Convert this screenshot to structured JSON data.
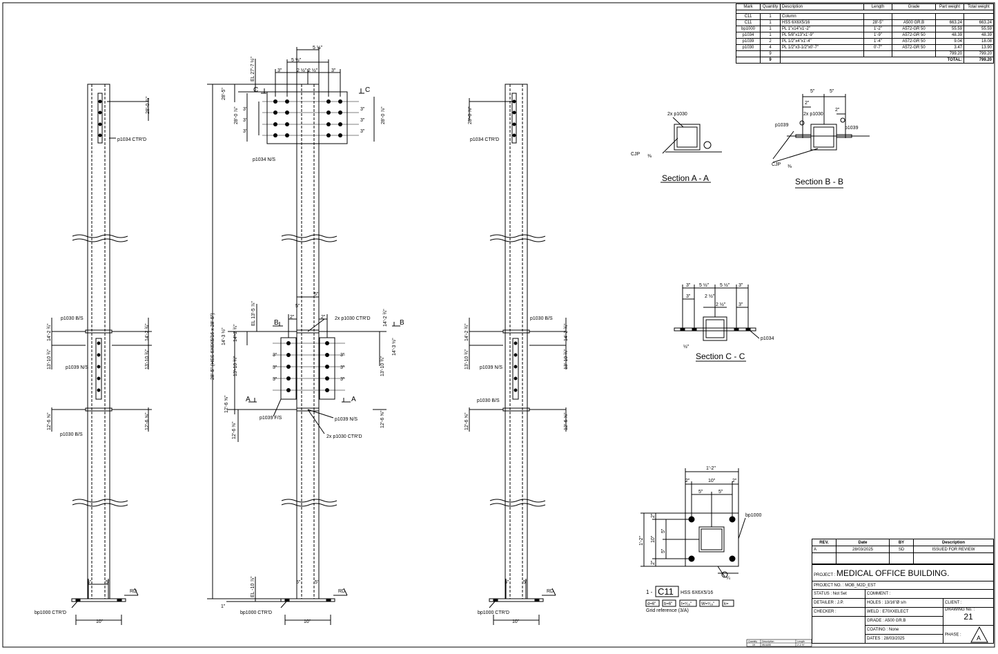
{
  "bom": {
    "headers": [
      "Mark",
      "Quantity",
      "Description",
      "Length",
      "Grade",
      "Part weight",
      "Total weight"
    ],
    "rows": [
      [
        "C11",
        "1",
        "Column",
        "",
        "",
        "",
        ""
      ],
      [
        "C11",
        "1",
        "HSS 6X6X5/16",
        "28'-5\"",
        "A500 GR.B",
        "663.24",
        "663.24"
      ],
      [
        "bp1000",
        "1",
        "PL 1\"x14\"x1'-2\"",
        "1'-2\"",
        "A572-GR 50",
        "55.59",
        "55.59"
      ],
      [
        "p1034",
        "1",
        "PL 5/8\"x13\"x1'-9\"",
        "1'-9\"",
        "A572-GR 50",
        "48.39",
        "48.39"
      ],
      [
        "p1039",
        "2",
        "PL 1/2\"x4\"x1'-4\"",
        "1'-4\"",
        "A572-GR 50",
        "9.04",
        "18.08"
      ],
      [
        "p1030",
        "4",
        "PL 1/2\"x3-1/2\"x0'-7\"",
        "0'-7\"",
        "A572-GR 50",
        "3.47",
        "13.90"
      ],
      [
        "",
        "9",
        "",
        "",
        "",
        "799.20",
        "799.20"
      ]
    ],
    "total_qty": "9",
    "total_label": "TOTAL:",
    "total_value": "799.20"
  },
  "elev1": {
    "top_dim": "28'-0 ⅞\"",
    "p1034": "p1034 CTR'D",
    "p1030_bs_top": "p1030 B/S",
    "dim_14a": "14'-2 ¾\"",
    "dim_14b": "14'-2 ¾\"",
    "dim_13a": "13'-10 ¾\"",
    "dim_13b": "13'-10 ¾\"",
    "p1039": "p1039 N/S",
    "dim_12a": "12'-6 ⅝\"",
    "dim_12b": "12'-6 ⅝\"",
    "p1030_bs_bot": "p1030 B/S",
    "base": "bp1000 CTR'D",
    "w5a": "5\"",
    "w5b": "5\"",
    "rd": "RD",
    "bw": "10\""
  },
  "elev2": {
    "top_w": "5 ½\"",
    "s5": "5 ½\"",
    "s3a": "3\"",
    "s2a": "2 ½\"",
    "s2b": "2 ½\"",
    "s3b": "3\"",
    "el_top": "EL 27'-7 ½\"",
    "dim_285": "28'-5\"",
    "dim_280a": "28'-0 ⅞\"",
    "dim_280b": "28'-0 ⅞\"",
    "c_left": "C",
    "c_right": "C",
    "v3": "3\"",
    "p1034": "p1034 N/S",
    "overall": "28'-5\" (HSS 6X6X5/16 x 28'-5\")",
    "w5": "5\"",
    "w2a": "2\"",
    "w2b": "2\"",
    "p1030_ctr_top": "2x p1030 CTR'D",
    "el_13": "EL 13'-5 ⅞\"",
    "dim_14a": "14'-2 ¾\"",
    "dim_14b": "14'-2 ¾\"",
    "dim_14c": "14'-3 ½\"",
    "dim_13a": "13'-10 ¾\"",
    "dim_13b": "13'-10 ¾\"",
    "b_left": "B",
    "b_right": "B",
    "a_left": "A",
    "a_right": "A",
    "dim_12a": "12'-6 ⅝\"",
    "dim_12b": "12'-6 ⅜\"",
    "p1039_fs": "p1039 F/S",
    "p1039_ns": "p1039 N/S",
    "p1030_ctr_bot": "2x p1030 CTR'D",
    "el_bot": "EL -10 ⅞\"",
    "one": "1\"",
    "base": "bp1000 CTR'D",
    "rd": "RD",
    "bw": "10\""
  },
  "elev3": {
    "top_dim": "28'-0 ⅞\"",
    "p1034": "p1034 CTR'D",
    "p1030_bs_top": "p1030 B/S",
    "dim_14a": "14'-2 ¾\"",
    "dim_14b": "14'-2 ¾\"",
    "dim_13a": "13'-10 ¾\"",
    "dim_13b": "13'-10 ¾\"",
    "p1039": "p1039 N/S",
    "p1030_bs_bot": "p1030 B/S",
    "dim_12a": "12'-6 ⅝\"",
    "dim_12b": "12'-6 ⅝\"",
    "base": "bp1000 CTR'D",
    "rd": "RD",
    "bw": "10\""
  },
  "secA": {
    "title": "Section A - A",
    "callout": "2x p1030",
    "cjp": "CJP",
    "weld": "⅜"
  },
  "secB": {
    "title": "Section B - B",
    "d5a": "5\"",
    "d5b": "5\"",
    "d2a": "2\"",
    "d2b": "2\"",
    "callout": "2x p1030",
    "p1039a": "p1039",
    "p1039b": "p1039",
    "cjp": "CJP",
    "weld": "⅜"
  },
  "secC": {
    "title": "Section C - C",
    "d3a": "3\"",
    "d5a": "5 ½\"",
    "d5b": "5 ½\"",
    "d3b": "3\"",
    "d3c": "3\"",
    "d2a": "2 ½\"",
    "d2b": "2 ½\"",
    "d3d": "3\"",
    "half": "½\"",
    "callout": "p1034"
  },
  "base": {
    "d12": "1'-2\"",
    "d2a": "2\"",
    "d10": "10\"",
    "d2b": "2\"",
    "d5a": "5\"",
    "d5b": "5\"",
    "v12": "1'-2\"",
    "v2a": "2\"",
    "v5a": "5\"",
    "v10": "10\"",
    "v5b": "5\"",
    "v2b": "2\"",
    "callout": "bp1000",
    "weld": "¼"
  },
  "mark": {
    "prefix": "1 -",
    "mark": "C11",
    "desc": "HSS 6X6X5/16",
    "b1": "d=6\"",
    "b2": "b=6\"",
    "b3": "t=⁵⁄₁₆\"",
    "b4": "W=⁵⁄₁₆\"",
    "b5": "k=",
    "grid": "Grid reference (3/A)"
  },
  "tiny_table": {
    "c1": "Quantity",
    "c2": "Description",
    "c3": "Length",
    "r1": "19",
    "r2": "IW A490",
    "r3": "2'-2 ½\""
  },
  "title_block": {
    "rev_h": "REV.",
    "date_h": "Date",
    "by_h": "BY",
    "desc_h": "Description",
    "rev": "A",
    "date": "28/03/2025",
    "by": "SD",
    "desc": "ISSUED FOR REVIEW",
    "project_label": "PROJECT :",
    "project": "MEDICAL OFFICE BUILDING.",
    "projno_label": "PROJECT NO. :",
    "projno": "MOB_M2D_EST",
    "status": "STATUS : Not Set",
    "comment": "COMMENT :",
    "detailer": "DETAILER : J.P.",
    "holes": "HOLES : 13/16\"Ø s/n",
    "client": "CLIENT :",
    "checker": "CHECKER :",
    "weld": "WELD : E70XXELECT",
    "drawing_label": "DRAWING No. :",
    "drawing": "21",
    "grade": "GRADE : A500 GR.B",
    "coating": "COATING : None",
    "phase": "PHASE :",
    "dates": "DATES : 28/03/2025",
    "phase_val": "A"
  }
}
